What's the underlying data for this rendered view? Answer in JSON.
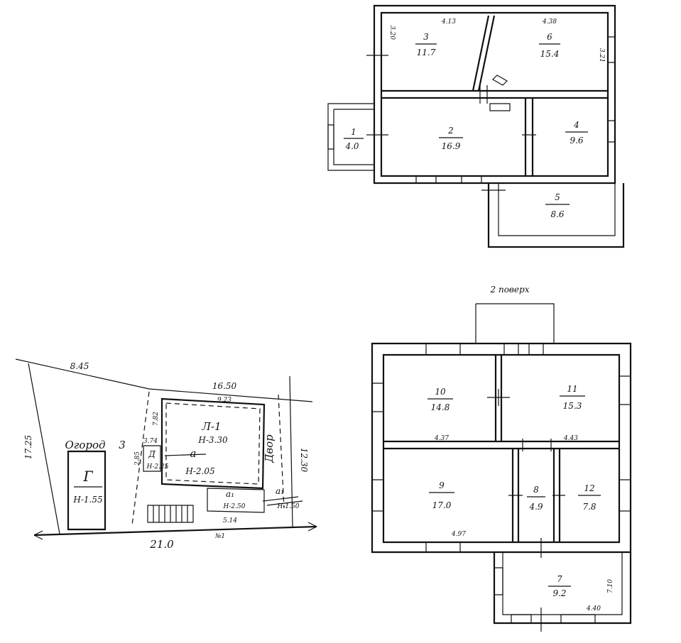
{
  "floor1": {
    "rooms": [
      {
        "num": "3",
        "area": "11.7"
      },
      {
        "num": "6",
        "area": "15.4"
      },
      {
        "num": "1",
        "area": "4.0"
      },
      {
        "num": "2",
        "area": "16.9"
      },
      {
        "num": "4",
        "area": "9.6"
      },
      {
        "num": "5",
        "area": "8.6"
      }
    ],
    "dims": [
      "4.13",
      "4.38",
      "3.20",
      "3.21"
    ]
  },
  "floor2": {
    "title": "2 поверх",
    "rooms": [
      {
        "num": "10",
        "area": "14.8"
      },
      {
        "num": "11",
        "area": "15.3"
      },
      {
        "num": "9",
        "area": "17.0"
      },
      {
        "num": "8",
        "area": "4.9"
      },
      {
        "num": "12",
        "area": "7.8"
      },
      {
        "num": "7",
        "area": "9.2"
      }
    ],
    "dims": [
      "4.37",
      "4.43",
      "4.97",
      "4.40",
      "7.10"
    ]
  },
  "site": {
    "dims": [
      "8.45",
      "16.50",
      "9.23",
      "17.25",
      "12.30",
      "21.0",
      "5.14",
      "7.82",
      "3.74",
      "2.85",
      "1.50"
    ],
    "labels": {
      "garden": "Огород",
      "garden_num": "3",
      "yard": "Двор",
      "main_bldg": "Л-1",
      "main_h": "Н-3.30",
      "annex": "а",
      "annex_h": "Н-2.05",
      "small_d": "Д",
      "small_d_h": "Н-2.25",
      "porch_a": "а₁",
      "porch_a_h": "Н-2.50",
      "garage": "Г",
      "garage_h": "Н-1.55",
      "point_1": "№1",
      "corner_a": "а₁",
      "corner_h": "Н-1.50"
    }
  }
}
